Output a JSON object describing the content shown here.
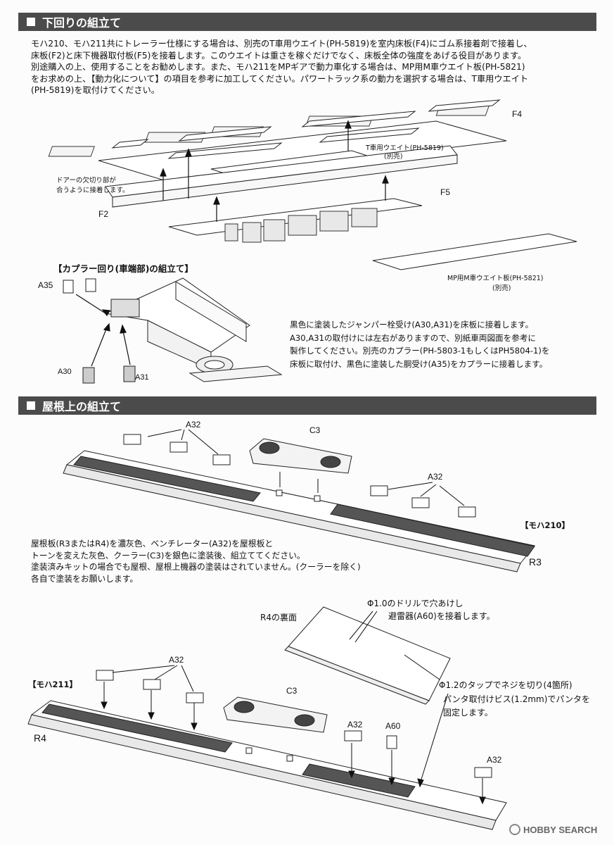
{
  "section1": {
    "title": "下回りの組立て",
    "paragraph": [
      "モハ210、モハ211共にトレーラー仕様にする場合は、別売のT車用ウエイト(PH-5819)を室内床板(F4)にゴム系接着剤で接着し、",
      "床板(F2)と床下機器取付板(F5)を接着します。このウエイトは重さを稼ぐだけでなく、床板全体の強度をあげる役目があります。",
      "別途購入の上、使用することをお勧めします。また、モハ211をMPギアで動力車化する場合は、MP用M車ウエイト板(PH-5821)",
      "をお求めの上、【動力化について】の項目を参考に加工してください。パワートラック系の動力を選択する場合は、T車用ウエイト",
      "(PH-5819)を取付けてください。"
    ],
    "labels": {
      "f4": "F4",
      "f2": "F2",
      "f5": "F5",
      "t_weight": "T車用ウエイト(PH-5819)",
      "t_weight_sub": "(別売)",
      "door_note_1": "ドアーの欠切り部が",
      "door_note_2": "合うように接着します。",
      "mp_weight": "MP用M車ウエイト板(PH-5821)",
      "mp_weight_sub": "(別売)"
    },
    "coupler": {
      "heading": "【カプラー回り(車端部)の組立て】",
      "a35": "A35",
      "a30": "A30",
      "a31": "A31",
      "paragraph": [
        "黒色に塗装したジャンパー栓受け(A30,A31)を床板に接着します。",
        "A30,A31の取付けには左右がありますので、別紙車両図面を参考に",
        "製作してください。別売のカプラー(PH-5803-1もしくはPH5804-1)を",
        "床板に取付け、黒色に塗装した胴受け(A35)をカプラーに接着します。"
      ]
    }
  },
  "section2": {
    "title": "屋根上の組立て",
    "labels": {
      "a32_top": "A32",
      "c3_top": "C3",
      "a32_right": "A32",
      "moha210": "【モハ210】",
      "r3": "R3",
      "r4_back": "R4の裏面",
      "drill_1": "Φ1.0のドリルで穴あけし",
      "drill_2": "避雷器(A60)を接着します。",
      "tap_1": "Φ1.2のタップでネジを切り(4箇所)",
      "tap_2": "パンタ取付けビス(1.2mm)でパンタを",
      "tap_3": "固定します。",
      "a32_left": "A32",
      "moha211": "【モハ211】",
      "c3_bottom": "C3",
      "r4": "R4",
      "a32_mid": "A32",
      "a60": "A60",
      "a32_end": "A32"
    },
    "paragraph": [
      "屋根板(R3またはR4)を濃灰色、ベンチレーター(A32)を屋根板と",
      "トーンを変えた灰色、クーラー(C3)を銀色に塗装後、組立ててください。",
      "塗装済みキットの場合でも屋根、屋根上機器の塗装はされていません。(クーラーを除く)",
      "各自で塗装をお願いします。"
    ]
  },
  "watermark": "HOBBY SEARCH"
}
